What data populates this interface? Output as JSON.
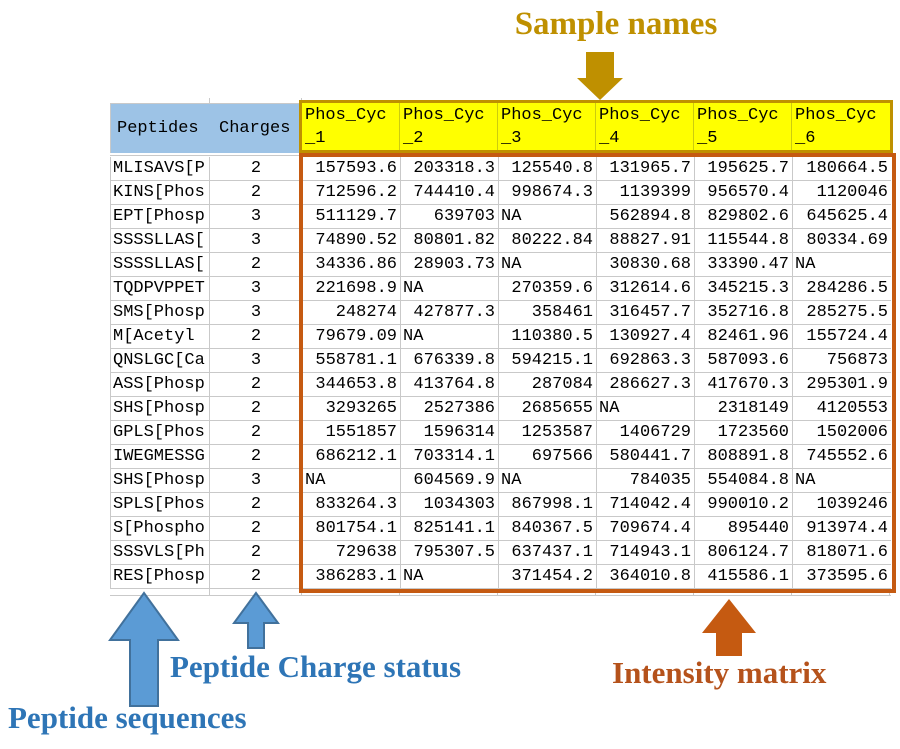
{
  "annotations": {
    "sample_names": "Sample names",
    "peptide_sequences": "Peptide sequences",
    "peptide_charge_status": "Peptide Charge status",
    "intensity_matrix": "Intensity matrix"
  },
  "colors": {
    "header_fill_blue": "#9DC3E6",
    "sample_header_fill": "#FFFF00",
    "sample_box_border": "#BF9000",
    "sample_names_text": "#BF9000",
    "matrix_box_border": "#C55A11",
    "intensity_matrix_text": "#B5521B",
    "blue_annotation_text": "#2E75B6",
    "blue_arrow_fill": "#5B9BD5",
    "blue_arrow_outline": "#41719C",
    "gridline": "#C9C9C9",
    "cell_text": "#000000"
  },
  "table": {
    "peptides_header": "Peptides",
    "charges_header": "Charges",
    "sample_headers": [
      "Phos_Cyc_1",
      "Phos_Cyc_2",
      "Phos_Cyc_3",
      "Phos_Cyc_4",
      "Phos_Cyc_5",
      "Phos_Cyc_6"
    ],
    "na_text": "NA",
    "rows": [
      {
        "peptide": "MLISAVS[P",
        "charge": "2",
        "values": [
          "157593.6",
          "203318.3",
          "125540.8",
          "131965.7",
          "195625.7",
          "180664.5"
        ]
      },
      {
        "peptide": "KINS[Phos",
        "charge": "2",
        "values": [
          "712596.2",
          "744410.4",
          "998674.3",
          "1139399",
          "956570.4",
          "1120046"
        ]
      },
      {
        "peptide": "EPT[Phosp",
        "charge": "3",
        "values": [
          "511129.7",
          "639703",
          "NA",
          "562894.8",
          "829802.6",
          "645625.4"
        ]
      },
      {
        "peptide": "SSSSLLAS[",
        "charge": "3",
        "values": [
          "74890.52",
          "80801.82",
          "80222.84",
          "88827.91",
          "115544.8",
          "80334.69"
        ]
      },
      {
        "peptide": "SSSSLLAS[",
        "charge": "2",
        "values": [
          "34336.86",
          "28903.73",
          "NA",
          "30830.68",
          "33390.47",
          "NA"
        ]
      },
      {
        "peptide": "TQDPVPPET",
        "charge": "3",
        "values": [
          "221698.9",
          "NA",
          "270359.6",
          "312614.6",
          "345215.3",
          "284286.5"
        ]
      },
      {
        "peptide": "SMS[Phosp",
        "charge": "3",
        "values": [
          "248274",
          "427877.3",
          "358461",
          "316457.7",
          "352716.8",
          "285275.5"
        ]
      },
      {
        "peptide": "M[Acetyl",
        "charge": "2",
        "values": [
          "79679.09",
          "NA",
          "110380.5",
          "130927.4",
          "82461.96",
          "155724.4"
        ]
      },
      {
        "peptide": "QNSLGC[Ca",
        "charge": "3",
        "values": [
          "558781.1",
          "676339.8",
          "594215.1",
          "692863.3",
          "587093.6",
          "756873"
        ]
      },
      {
        "peptide": "ASS[Phosp",
        "charge": "2",
        "values": [
          "344653.8",
          "413764.8",
          "287084",
          "286627.3",
          "417670.3",
          "295301.9"
        ]
      },
      {
        "peptide": "SHS[Phosp",
        "charge": "2",
        "values": [
          "3293265",
          "2527386",
          "2685655",
          "NA",
          "2318149",
          "4120553"
        ]
      },
      {
        "peptide": "GPLS[Phos",
        "charge": "2",
        "values": [
          "1551857",
          "1596314",
          "1253587",
          "1406729",
          "1723560",
          "1502006"
        ]
      },
      {
        "peptide": "IWEGMESSG",
        "charge": "2",
        "values": [
          "686212.1",
          "703314.1",
          "697566",
          "580441.7",
          "808891.8",
          "745552.6"
        ]
      },
      {
        "peptide": "SHS[Phosp",
        "charge": "3",
        "values": [
          "NA",
          "604569.9",
          "NA",
          "784035",
          "554084.8",
          "NA"
        ]
      },
      {
        "peptide": "SPLS[Phos",
        "charge": "2",
        "values": [
          "833264.3",
          "1034303",
          "867998.1",
          "714042.4",
          "990010.2",
          "1039246"
        ]
      },
      {
        "peptide": "S[Phospho",
        "charge": "2",
        "values": [
          "801754.1",
          "825141.1",
          "840367.5",
          "709674.4",
          "895440",
          "913974.4"
        ]
      },
      {
        "peptide": "SSSVLS[Ph",
        "charge": "2",
        "values": [
          "729638",
          "795307.5",
          "637437.1",
          "714943.1",
          "806124.7",
          "818071.6"
        ]
      },
      {
        "peptide": "RES[Phosp",
        "charge": "2",
        "values": [
          "386283.1",
          "NA",
          "371454.2",
          "364010.8",
          "415586.1",
          "373595.6"
        ]
      }
    ]
  }
}
